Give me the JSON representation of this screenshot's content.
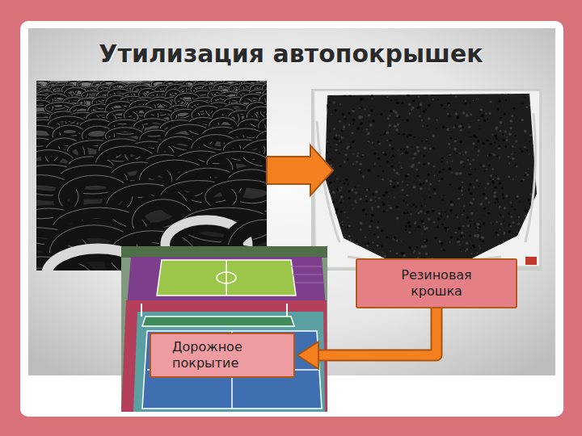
{
  "diagram": {
    "title": "Утилизация автопокрышек",
    "nodes": [
      {
        "text": [
          "Резиновая крошка"
        ]
      },
      {
        "text": [
          "Дорожное покрытие"
        ]
      }
    ],
    "edges": [
      {
        "from": 0,
        "to": 1,
        "arrow": "to"
      }
    ]
  }
}
